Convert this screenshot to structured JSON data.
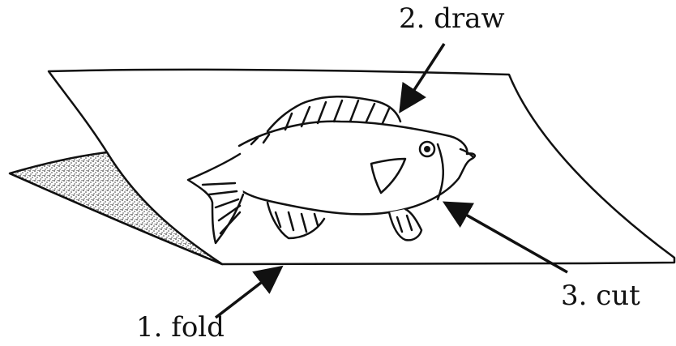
{
  "steps": [
    {
      "number": "1",
      "text": "1. fold"
    },
    {
      "number": "2",
      "text": "2. draw"
    },
    {
      "number": "3",
      "text": "3. cut"
    }
  ],
  "colors": {
    "ink": "#111111",
    "paper": "#ffffff",
    "fold_shading": "#9a9a9a"
  }
}
